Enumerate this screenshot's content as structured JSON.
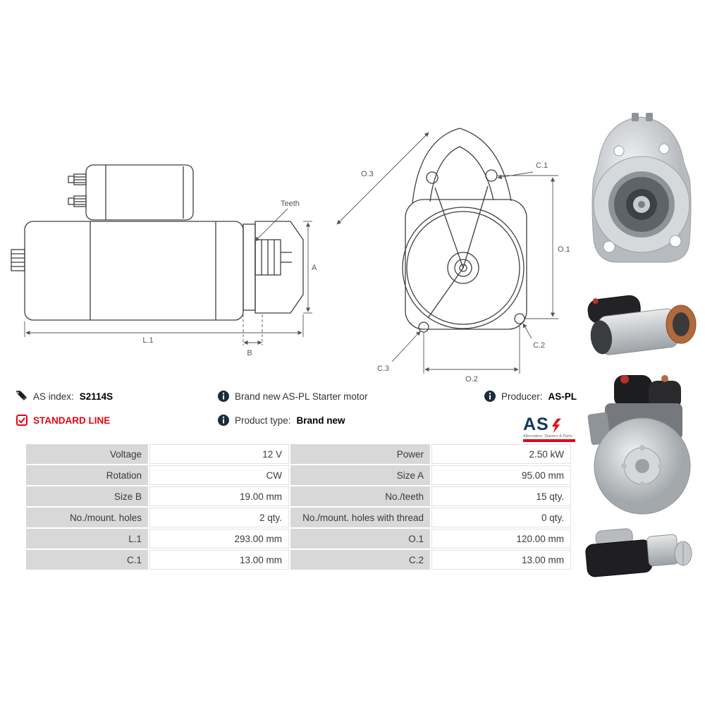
{
  "header": {
    "as_index_label": "AS index:",
    "as_index_value": "S2114S",
    "standard_line_label": "STANDARD LINE",
    "description": "Brand new AS-PL Starter motor",
    "product_type_label": "Product type:",
    "product_type_value": "Brand new",
    "producer_label": "Producer:",
    "producer_value": "AS-PL"
  },
  "logo": {
    "brand": "AS",
    "tagline": "Alternators, Starters & Parts"
  },
  "icons": {
    "as_index": "tags-icon",
    "description": "info-circle-icon",
    "producer": "info-circle-icon",
    "standard_line": "checkbox-checked-icon",
    "product_type": "info-circle-icon"
  },
  "diagram": {
    "side_view": {
      "teeth": "Teeth",
      "a": "A",
      "l1": "L.1",
      "b": "B"
    },
    "front_view": {
      "o3": "O.3",
      "c1": "C.1",
      "o1": "O.1",
      "c3": "C.3",
      "o2": "O.2",
      "c2": "C.2"
    }
  },
  "spec_table": {
    "rows": [
      {
        "label_left": "Voltage",
        "value_left": "12 V",
        "label_right": "Power",
        "value_right": "2.50 kW"
      },
      {
        "label_left": "Rotation",
        "value_left": "CW",
        "label_right": "Size A",
        "value_right": "95.00 mm"
      },
      {
        "label_left": "Size B",
        "value_left": "19.00 mm",
        "label_right": "No./teeth",
        "value_right": "15 qty."
      },
      {
        "label_left": "No./mount. holes",
        "value_left": "2 qty.",
        "label_right": "No./mount. holes with thread",
        "value_right": "0 qty."
      },
      {
        "label_left": "L.1",
        "value_left": "293.00 mm",
        "label_right": "O.1",
        "value_right": "120.00 mm"
      },
      {
        "label_left": "C.1",
        "value_left": "13.00 mm",
        "label_right": "C.2",
        "value_right": "13.00 mm"
      }
    ]
  },
  "colors": {
    "accent_red": "#e30613",
    "logo_navy": "#123a5a",
    "table_label_bg": "#d8d8d8",
    "table_value_border": "#e2e2e2",
    "drawing_line": "#3f3f3f",
    "dimension_line": "#555555",
    "text": "#3a3a3a"
  }
}
